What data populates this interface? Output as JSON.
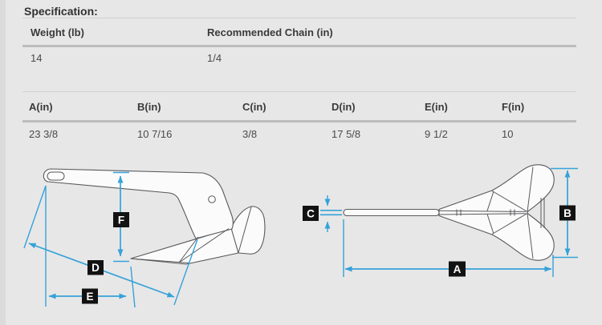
{
  "page": {
    "title": "Specification:"
  },
  "colors": {
    "background": "#e8e7e7",
    "accent_blue": "#35a2d9",
    "label_box": "#121212",
    "outline_gray": "#58595b",
    "divider_thin": "#d2d1d1",
    "divider_thick": "#bebdbd"
  },
  "spec_table": {
    "headers": [
      "Weight (lb)",
      "Recommended Chain (in)"
    ],
    "row": [
      "14",
      "1/4"
    ]
  },
  "dimensions_table": {
    "headers": [
      "A(in)",
      "B(in)",
      "C(in)",
      "D(in)",
      "E(in)",
      "F(in)"
    ],
    "row": [
      "23 3/8",
      "10 7/16",
      "3/8",
      "17 5/8",
      "9 1/2",
      "10"
    ]
  },
  "diagram": {
    "labels": {
      "A": "A",
      "B": "B",
      "C": "C",
      "D": "D",
      "E": "E",
      "F": "F"
    }
  }
}
